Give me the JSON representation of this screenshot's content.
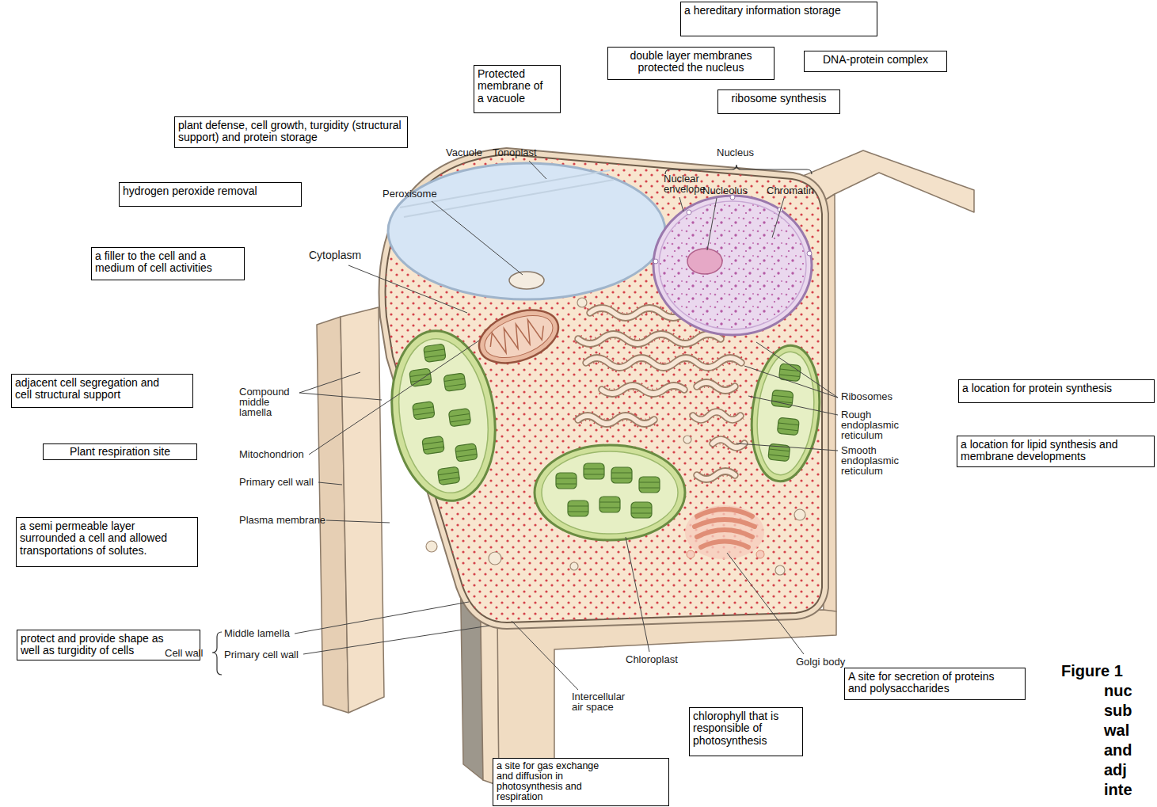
{
  "diagram": {
    "caption": "Figure 1 nuc sub wal and adj inte",
    "nodes": [
      {
        "text": [
          "a hereditary information storage"
        ]
      },
      {
        "text": [
          "double layer membranes protected the nucleus"
        ]
      },
      {
        "text": [
          "DNA-protein complex"
        ]
      },
      {
        "text": [
          "Protected membrane of a vacuole"
        ]
      },
      {
        "text": [
          "ribosome synthesis"
        ]
      },
      {
        "text": [
          "plant defense, cell growth, turgidity (structural support) and protein storage"
        ]
      },
      {
        "text": [
          "hydrogen peroxide removal"
        ]
      },
      {
        "text": [
          "a filler to the cell and a medium of cell activities"
        ]
      },
      {
        "text": [
          "adjacent cell segregation and cell structural support"
        ]
      },
      {
        "text": [
          "Plant respiration site"
        ]
      },
      {
        "text": [
          "a location for protein synthesis"
        ]
      },
      {
        "text": [
          "a location for lipid synthesis and membrane developments"
        ]
      },
      {
        "text": [
          "a semi permeable layer surrounded a cell and allowed transportations of solutes."
        ]
      },
      {
        "text": [
          "protect and provide shape as well as turgidity of cells"
        ]
      },
      {
        "text": [
          "A site for secretion of proteins and polysaccharides"
        ]
      },
      {
        "text": [
          "chlorophyll that is responsible of photosynthesis"
        ]
      },
      {
        "text": [
          "a site for gas exchange and diffusion in photosynthesis and respiration"
        ]
      }
    ],
    "labels": [
      "Vacuole",
      "Tonoplast",
      "Nucleus",
      "Nuclear envelope",
      "Nucleolus",
      "Chromatin",
      "Peroxisome",
      "Cytoplasm",
      "Ribosomes",
      "Rough endoplasmic reticulum",
      "Smooth endoplasmic reticulum",
      "Compound middle lamella",
      "Mitochondrion",
      "Primary cell wall",
      "Plasma membrane",
      "Cell wall",
      "Middle lamella",
      "Primary cell wall",
      "Chloroplast",
      "Golgi body",
      "Intercellular air space"
    ]
  }
}
